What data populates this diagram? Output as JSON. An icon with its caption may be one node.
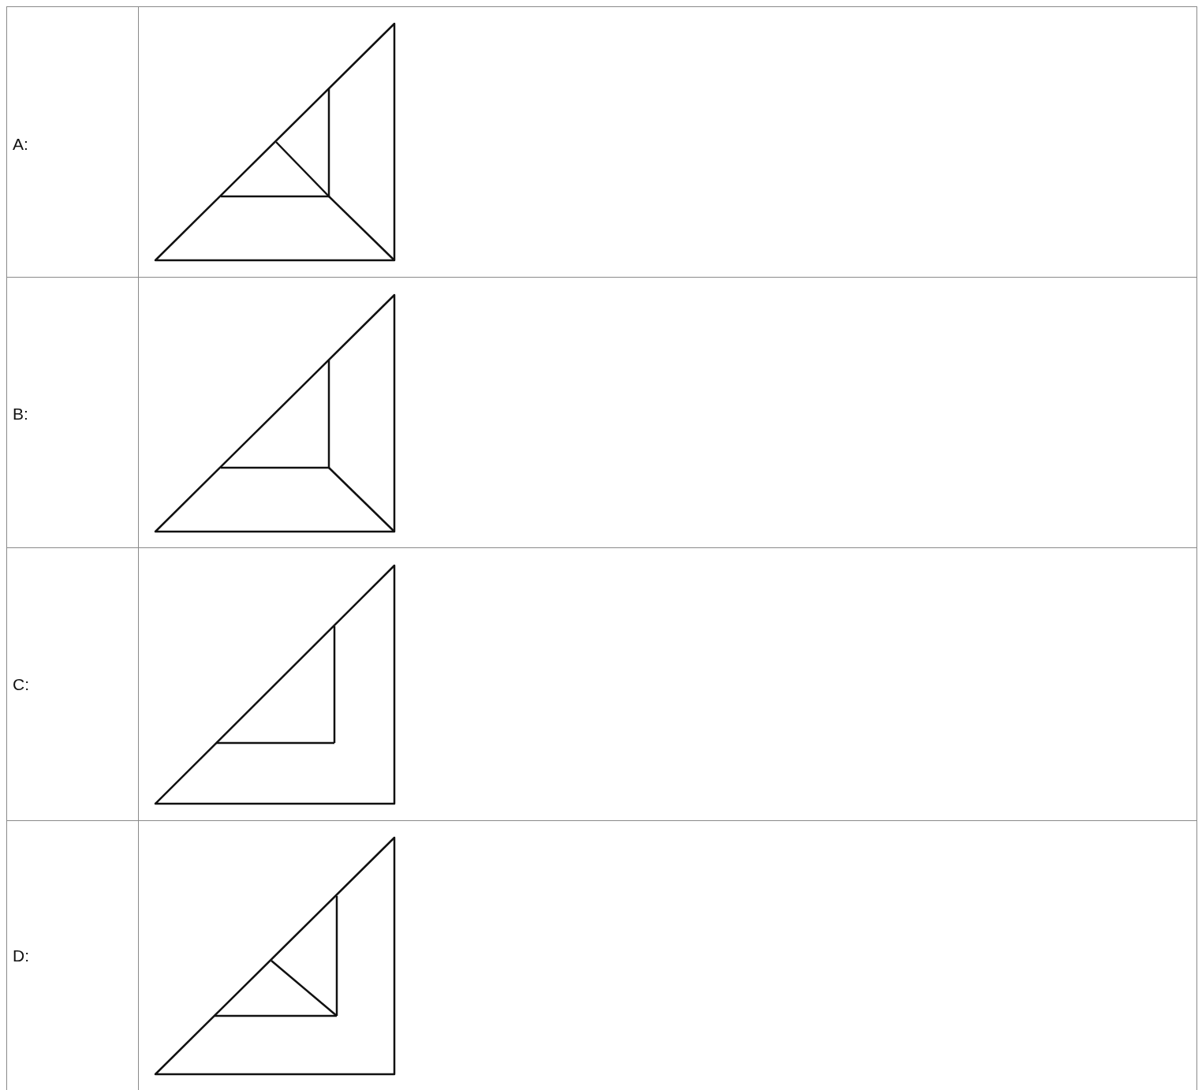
{
  "diagram": {
    "labels": [
      "A:",
      "B:",
      "C:",
      "D:"
    ]
  }
}
